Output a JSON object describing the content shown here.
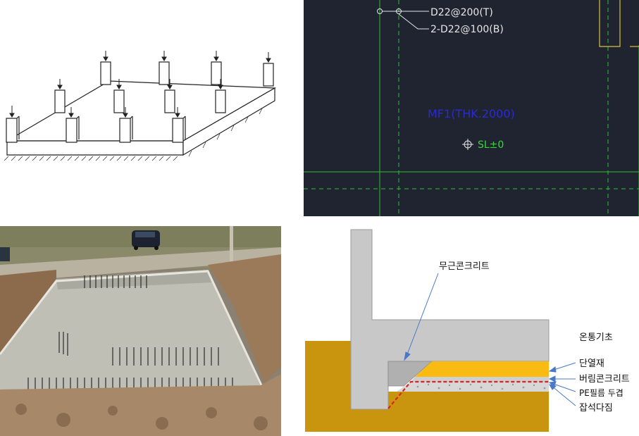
{
  "cad": {
    "rebar_top": "D22@200(T)",
    "rebar_bottom": "2-D22@100(B)",
    "mat_label": "MF1(THK.2000)",
    "level_label": "SL±0",
    "colors": {
      "background": "#1f2430",
      "grid": "#2fbf2f",
      "text_white": "#e6e6e6",
      "text_blue": "#2a2ad0",
      "text_green": "#38d838",
      "accent": "#d8c23a"
    }
  },
  "section": {
    "label_plain_concrete": "무근콘크리트",
    "label_foundation": "온통기초",
    "label_insulation": "단열재",
    "label_lean_concrete": "버림콘크리트",
    "label_pe_film": "PE필름 두겹",
    "label_gravel": "잡석다짐",
    "colors": {
      "concrete": "#c8c8c8",
      "soil": "#c9950e",
      "insulation": "#f9bb12",
      "pe_film": "#e02020",
      "leader": "#4a78c8"
    }
  },
  "iso": {
    "icons": [
      "downward-load-arrow-icon"
    ]
  },
  "photo": {
    "icons": [
      "car-icon",
      "rebar-icon"
    ]
  }
}
